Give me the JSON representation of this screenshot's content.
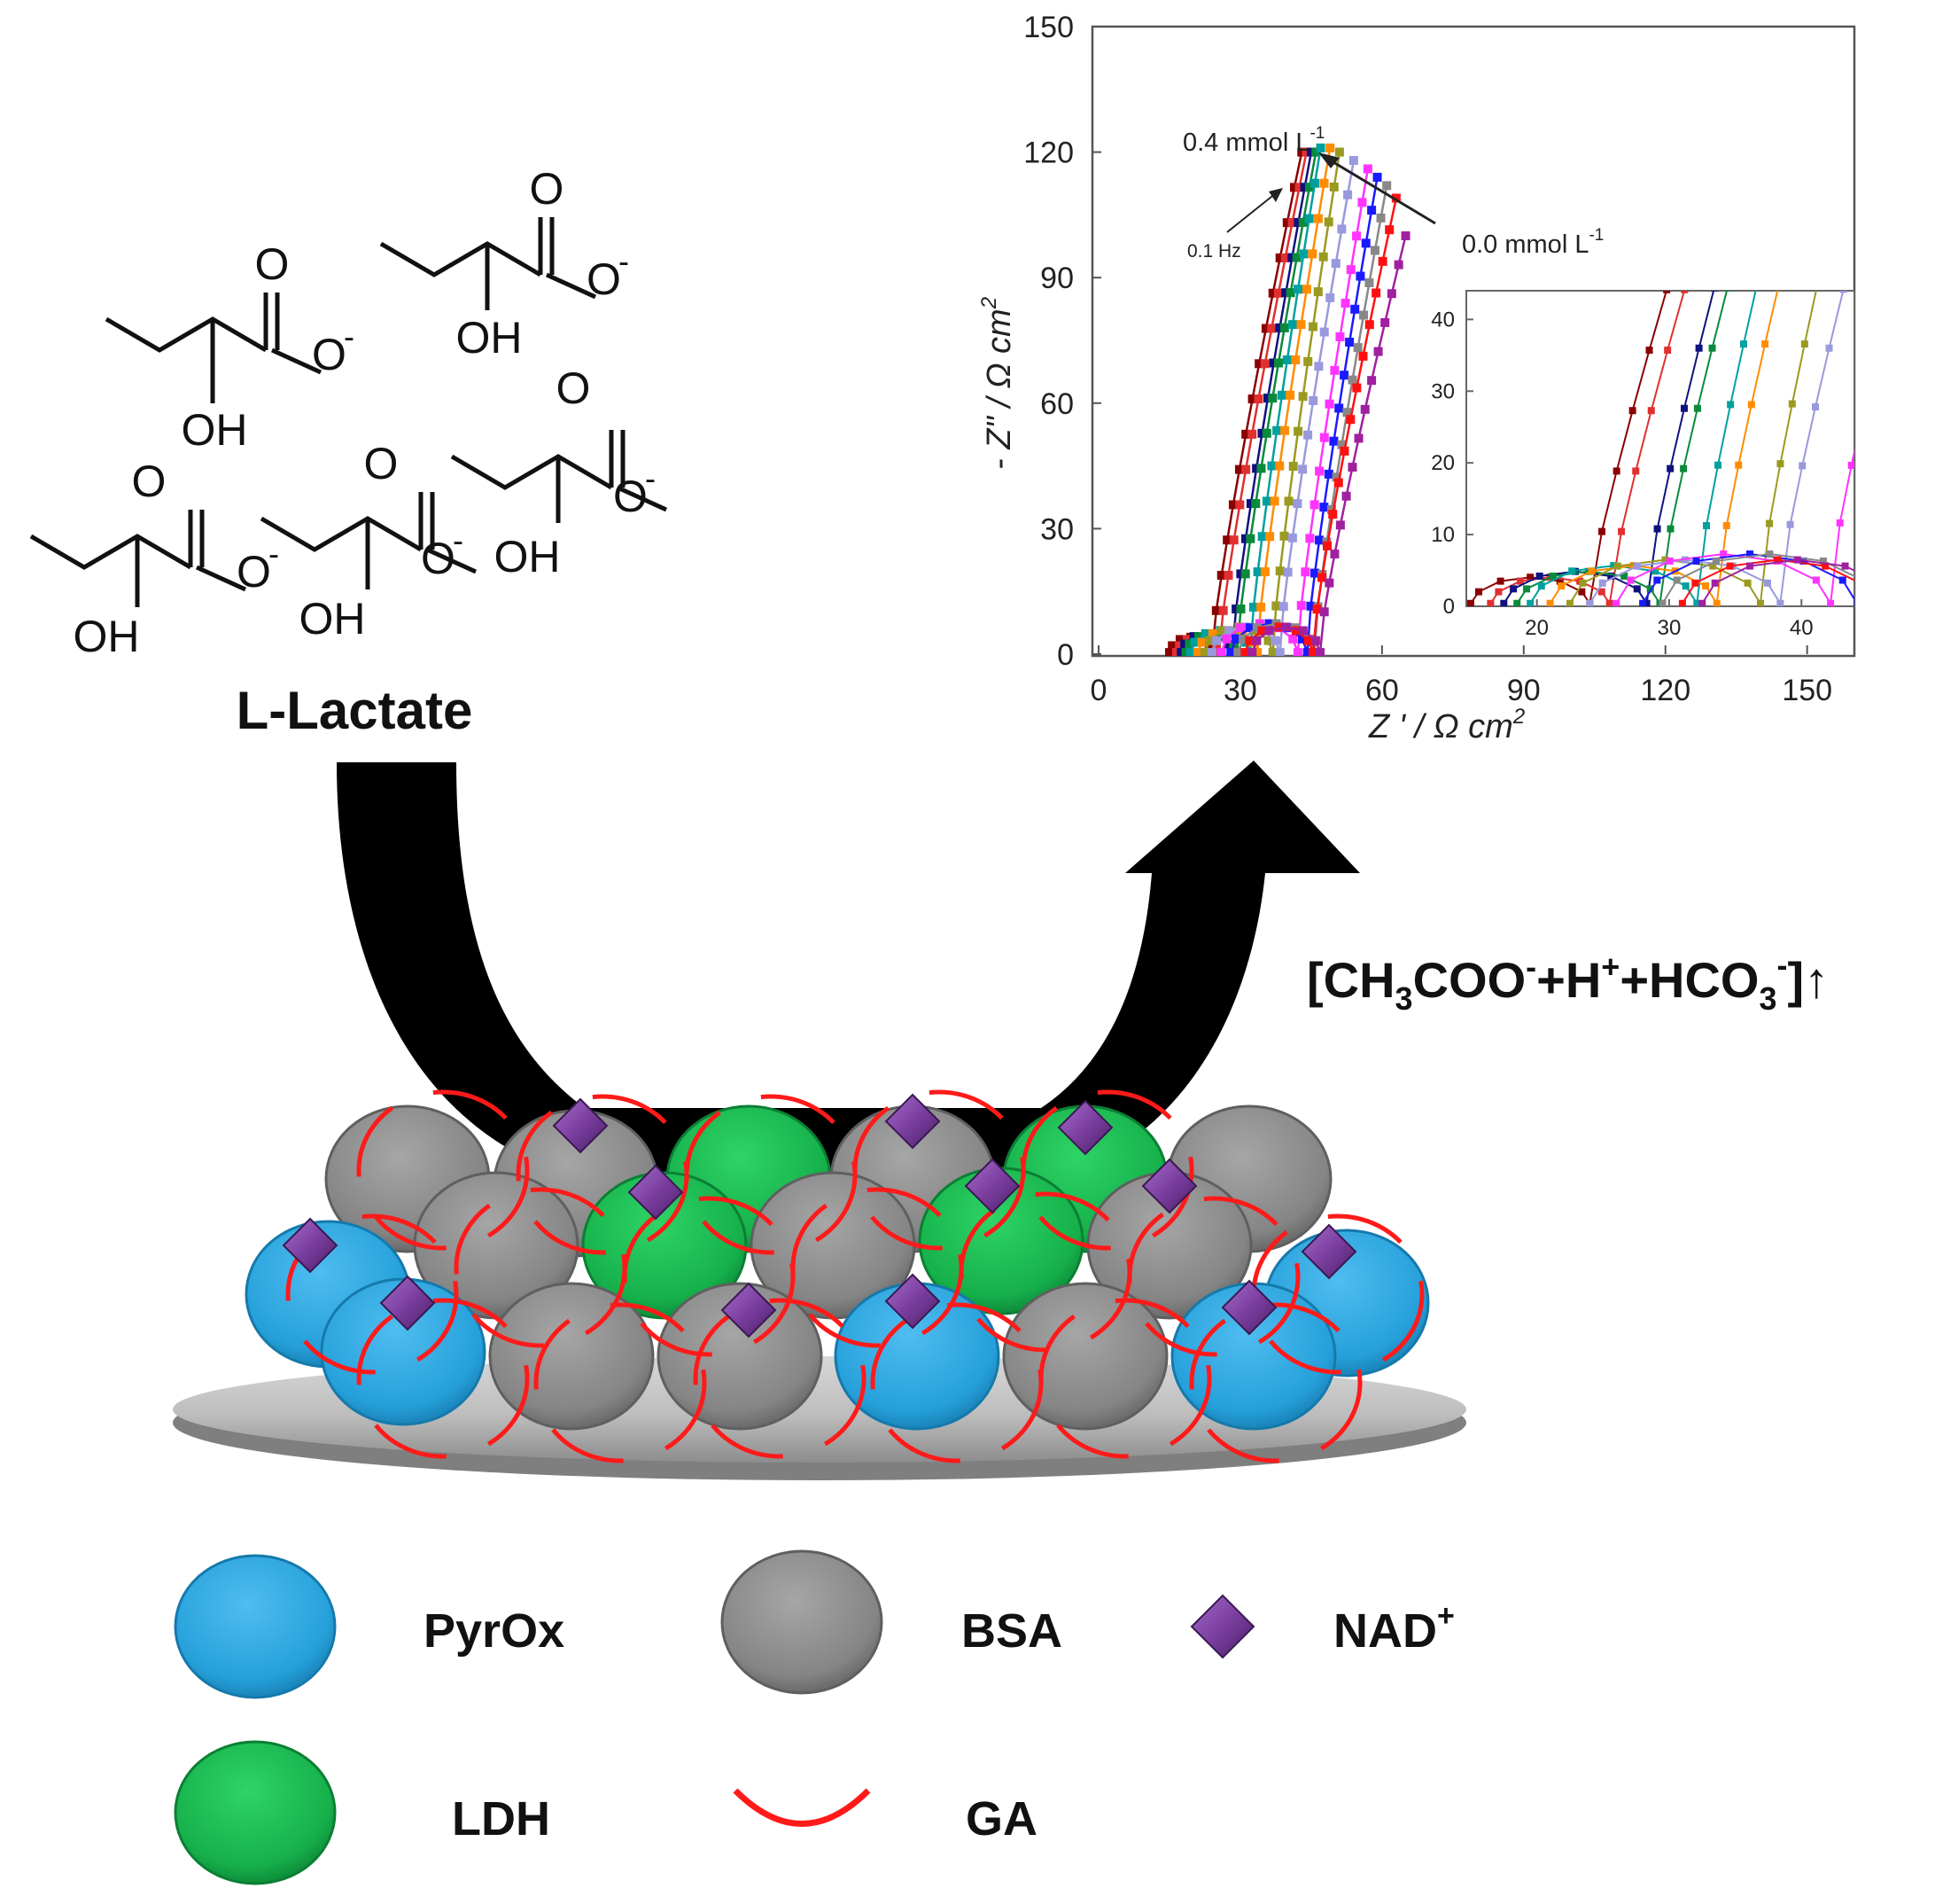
{
  "substrate": {
    "name": "L-Lactate",
    "atoms": {
      "carbonyl_o": "O",
      "carboxylate": "O",
      "charge": "-",
      "hydroxyl": "OH"
    }
  },
  "products_label": {
    "open": "[CH",
    "sub1": "3",
    "mid1": "COO",
    "sup1": "-",
    "mid2": "+H",
    "sup2": "+",
    "mid3": "+HCO",
    "sub2": "3",
    "sup3": "-",
    "close": "]",
    "arrow": "↑"
  },
  "legend": {
    "items": [
      {
        "key": "pyrox",
        "label": "PyrOx",
        "color": "#29a3dc"
      },
      {
        "key": "bsa",
        "label": "BSA",
        "color": "#8a8a8a"
      },
      {
        "key": "nad",
        "label": "NAD",
        "sup": "+",
        "color": "#7b3fa0"
      },
      {
        "key": "ldh",
        "label": "LDH",
        "color": "#1db34f"
      },
      {
        "key": "ga",
        "label": "GA",
        "color": "#ff1a1a"
      }
    ]
  },
  "chart_data": {
    "type": "scatter",
    "main": {
      "xlabel": "Z ' / Ω cm",
      "xlabel_sup": "2",
      "ylabel": "- Z\" / Ω cm",
      "ylabel_sup": "2",
      "xlim": [
        0,
        160
      ],
      "ylim": [
        0,
        150
      ],
      "xticks": [
        "0",
        "30",
        "60",
        "90",
        "120",
        "150"
      ],
      "xtick_values": [
        0,
        30,
        60,
        90,
        120,
        150
      ],
      "yticks": [
        "0",
        "30",
        "60",
        "90",
        "120",
        "150"
      ],
      "ytick_values": [
        0,
        30,
        60,
        90,
        120,
        150
      ],
      "annotations": {
        "high": "0.4 mmol L",
        "high_sup": "-1",
        "low": "0.0 mmol L",
        "low_sup": "-1",
        "freq": "0.1 Hz"
      }
    },
    "inset": {
      "xlim": [
        15,
        44
      ],
      "ylim": [
        0,
        44
      ],
      "xticks": [
        "20",
        "30",
        "40"
      ],
      "xtick_values": [
        20,
        30,
        40
      ],
      "yticks": [
        "0",
        "10",
        "20",
        "30",
        "40"
      ],
      "ytick_values": [
        0,
        10,
        20,
        30,
        40
      ]
    },
    "series": [
      {
        "color": "#8b0000",
        "top_x": 43,
        "top_y": 120,
        "start_x": 15,
        "lo_y": 5
      },
      {
        "color": "#e03030",
        "top_x": 44,
        "top_y": 120,
        "start_x": 16.5,
        "lo_y": 5
      },
      {
        "color": "#101080",
        "top_x": 45,
        "top_y": 120,
        "start_x": 17.5,
        "lo_y": 6
      },
      {
        "color": "#0a8a3a",
        "top_x": 46,
        "top_y": 120,
        "start_x": 18.5,
        "lo_y": 6
      },
      {
        "color": "#00a0a0",
        "top_x": 47,
        "top_y": 121,
        "start_x": 19.5,
        "lo_y": 7
      },
      {
        "color": "#ff8c00",
        "top_x": 49,
        "top_y": 121,
        "start_x": 21,
        "lo_y": 7
      },
      {
        "color": "#9a9a20",
        "top_x": 51,
        "top_y": 120,
        "start_x": 22.5,
        "lo_y": 8
      },
      {
        "color": "#9999dd",
        "top_x": 54,
        "top_y": 118,
        "start_x": 24,
        "lo_y": 8
      },
      {
        "color": "#ff33ff",
        "top_x": 57,
        "top_y": 116,
        "start_x": 26,
        "lo_y": 9
      },
      {
        "color": "#1a1aff",
        "top_x": 59,
        "top_y": 114,
        "start_x": 28,
        "lo_y": 9
      },
      {
        "color": "#888888",
        "top_x": 61,
        "top_y": 112,
        "start_x": 29.5,
        "lo_y": 9
      },
      {
        "color": "#ff1010",
        "top_x": 63,
        "top_y": 109,
        "start_x": 31,
        "lo_y": 8
      },
      {
        "color": "#a020a0",
        "top_x": 65,
        "top_y": 100,
        "start_x": 32.5,
        "lo_y": 8
      }
    ]
  }
}
